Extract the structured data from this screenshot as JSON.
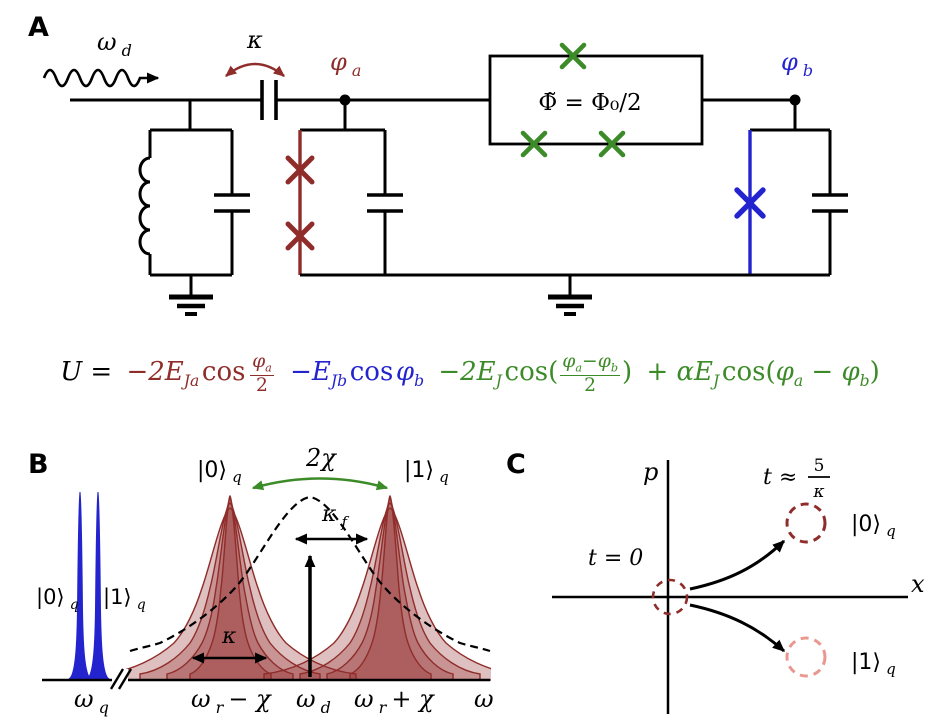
{
  "colors": {
    "dark_red": "#8f2d2b",
    "blue": "#2424cf",
    "green": "#3c8b28",
    "light_red": "#e8988f"
  },
  "panel_a": {
    "label": "A",
    "drive_base": "ω",
    "drive_sub": "d",
    "kappa": "κ",
    "phi_a_base": "φ",
    "phi_a_sub": "a",
    "phi_b_base": "φ",
    "phi_b_sub": "b",
    "flux_text": "Φ̃ = Φ₀/2"
  },
  "equation": {
    "lhs": "U =",
    "ja_coef": "−2E",
    "ja_sub": "Ja",
    "ja_cos": "cos",
    "ja_num_base": "φ",
    "ja_num_sub": "a",
    "ja_den": "2",
    "jb_coef": "−E",
    "jb_sub": "Jb",
    "jb_cos": "cos",
    "jb_phi": "φ",
    "jb_phi_sub": "b",
    "j_coef": "−2E",
    "j_sub": "J",
    "j_cos": "cos(",
    "j_num_phi1": "φ",
    "j_num_sub1": "a",
    "j_num_minus": "−",
    "j_num_phi2": "φ",
    "j_num_sub2": "b",
    "j_den": "2",
    "j_close": ")",
    "al_coef": "+ αE",
    "al_sub": "J",
    "al_cos": "cos(",
    "al_phi1": "φ",
    "al_sub1": "a",
    "al_minus": " − ",
    "al_phi2": "φ",
    "al_sub2": "b",
    "al_close": ")"
  },
  "panel_b": {
    "label": "B",
    "ket0_left": "|0⟩",
    "ket1_left": "|1⟩",
    "ket0_top": "|0⟩",
    "ket1_top": "|1⟩",
    "ket_sub": "q",
    "two_chi": "2χ",
    "kappa_f_base": "κ",
    "kappa_f_sub": "f",
    "kappa": "κ",
    "tick_q_base": "ω",
    "tick_q_sub": "q",
    "tick_left_base": "ω",
    "tick_left_sub": "r",
    "tick_left_rest": " − χ",
    "tick_mid_base": "ω",
    "tick_mid_sub": "d",
    "tick_right_base": "ω",
    "tick_right_sub": "r",
    "tick_right_rest": " + χ",
    "axis_omega": "ω"
  },
  "panel_c": {
    "label": "C",
    "p_label": "p",
    "x_label": "x",
    "t0": "t = 0",
    "t_pre": "t ≈",
    "t_num": "5",
    "t_den": "κ",
    "ket0": "|0⟩",
    "ket1": "|1⟩",
    "ket_sub": "q"
  }
}
